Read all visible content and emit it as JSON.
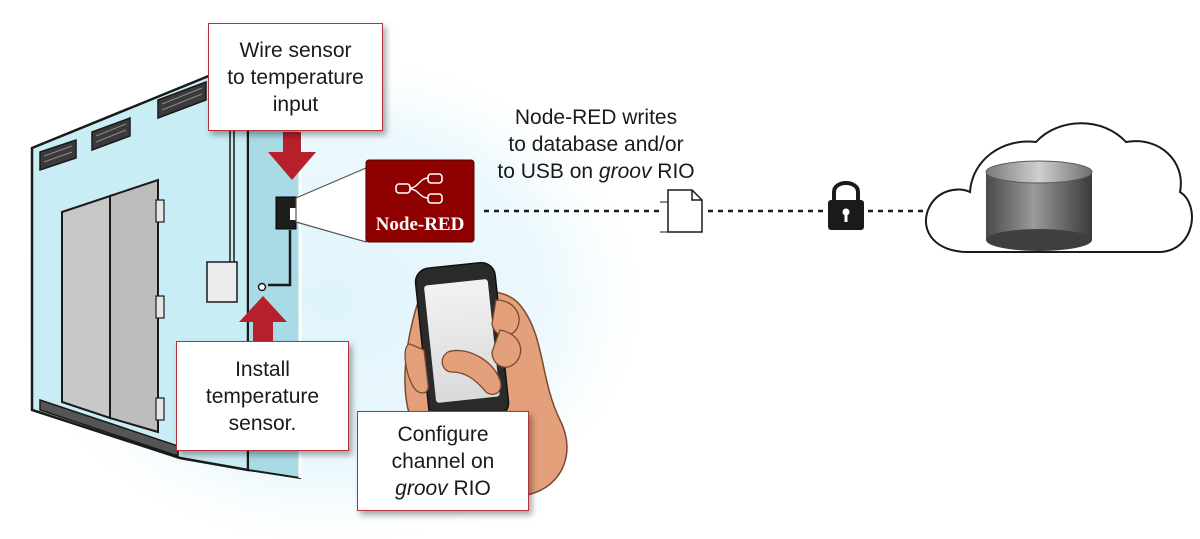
{
  "callouts": {
    "wire_sensor": {
      "lines": [
        "Wire sensor",
        "to temperature",
        "input"
      ]
    },
    "install_sensor": {
      "lines": [
        "Install",
        "temperature",
        "sensor."
      ]
    },
    "configure": {
      "line1": "Configure",
      "line2": "channel on",
      "line3_italic": "groov",
      "line3_rest": " RIO"
    }
  },
  "node_red": {
    "writes_line1": "Node-RED writes",
    "writes_line2": "to database and/or",
    "writes_line3_pre": "to USB on ",
    "writes_line3_italic": "groov",
    "writes_line3_post": " RIO",
    "logo_label": "Node-RED"
  },
  "icons": {
    "lock": "lock-icon",
    "file": "file-icon",
    "database": "database-icon",
    "cloud": "cloud-icon",
    "phone": "smartphone-icon"
  },
  "colors": {
    "arrow_red": "#b5202a",
    "node_red_brand": "#8f0000",
    "cooler_blue": "#cdeef5",
    "callout_border": "#b5323a"
  }
}
